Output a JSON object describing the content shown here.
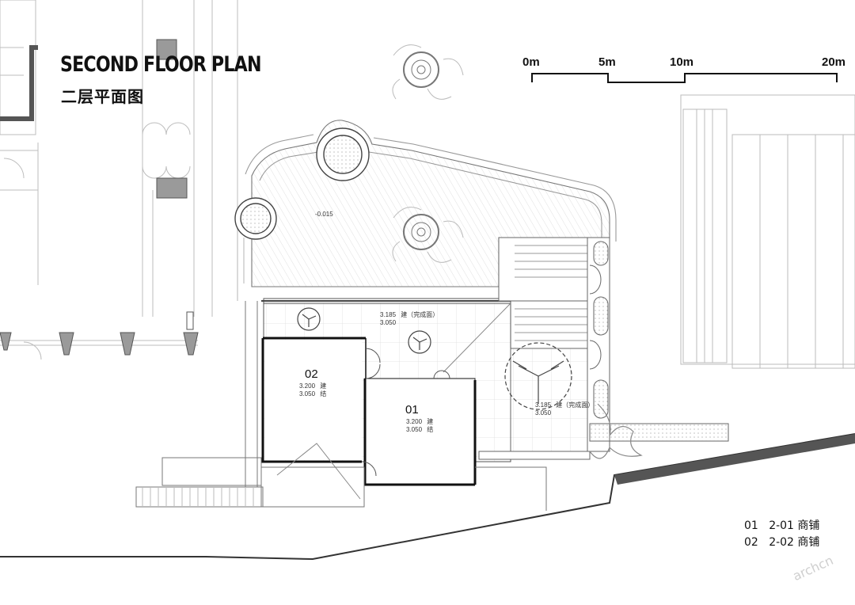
{
  "title": {
    "en": "SECOND FLOOR PLAN",
    "cn": "二层平面图"
  },
  "scale_bar": {
    "labels": [
      "0m",
      "5m",
      "10m",
      "20m"
    ]
  },
  "rooms": [
    {
      "id": "02",
      "level": "3.200",
      "level_tag": "建",
      "level2": "3.050",
      "level2_tag": "结"
    },
    {
      "id": "01",
      "level": "3.200",
      "level_tag": "建",
      "level2": "3.050",
      "level2_tag": "结"
    }
  ],
  "levels": {
    "garden": "-0.015",
    "corridor": "3.185",
    "corridor_tag": "建（完成面）",
    "corridor2": "3.050",
    "terrace": "3.185",
    "terrace_tag": "建（完成面）",
    "terrace2": "3.050"
  },
  "legend": [
    {
      "num": "01",
      "code": "2-01",
      "name": "商铺"
    },
    {
      "num": "02",
      "code": "2-02",
      "name": "商铺"
    }
  ],
  "watermark": "archcn"
}
